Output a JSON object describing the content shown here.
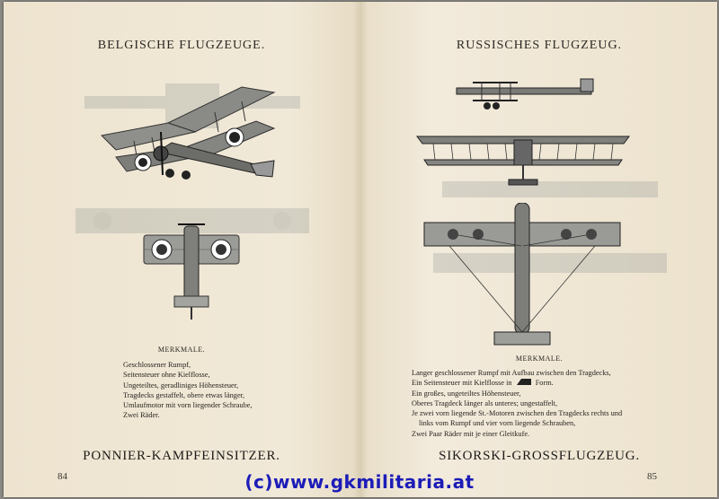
{
  "left_page": {
    "heading": "BELGISCHE FLUGZEUGE.",
    "merkmale_heading": "MERKMALE.",
    "features": [
      "Geschlossener Rumpf,",
      "Seitensteuer ohne Kielflosse,",
      "Ungeteiltes, geradliniges Höhensteuer,",
      "Tragdecks gestaffelt, obere etwas länger,",
      "Umlaufmotor mit vorn liegender Schraube,",
      "Zwei Räder."
    ],
    "aircraft_name": "PONNIER-KAMPFEINSITZER.",
    "page_number": "84"
  },
  "right_page": {
    "heading": "RUSSISCHES FLUGZEUG.",
    "merkmale_heading": "MERKMALE.",
    "features": [
      "Langer geschlossener Rumpf mit Aufbau zwischen den Tragdecks,",
      "Ein Seitensteuer mit Kielflosse in",
      "Form.",
      "Ein großes, ungeteiltes Höhensteuer,",
      "Oberes Tragdeck länger als unteres; ungestaffelt,",
      "Je zwei vorn liegende St.-Motoren zwischen den Tragdecks rechts und",
      "links vom Rumpf und vier vorn liegende Schrauben,",
      "Zwei Paar Räder mit je einer Gleitkufe."
    ],
    "aircraft_name": "SIKORSKI-GROSSFLUGZEUG.",
    "page_number": "85"
  },
  "watermark": "(c)www.gkmilitaria.at",
  "colors": {
    "paper": "#f0e7d5",
    "ink": "#26231f",
    "watermark": "#1c1cb8"
  }
}
